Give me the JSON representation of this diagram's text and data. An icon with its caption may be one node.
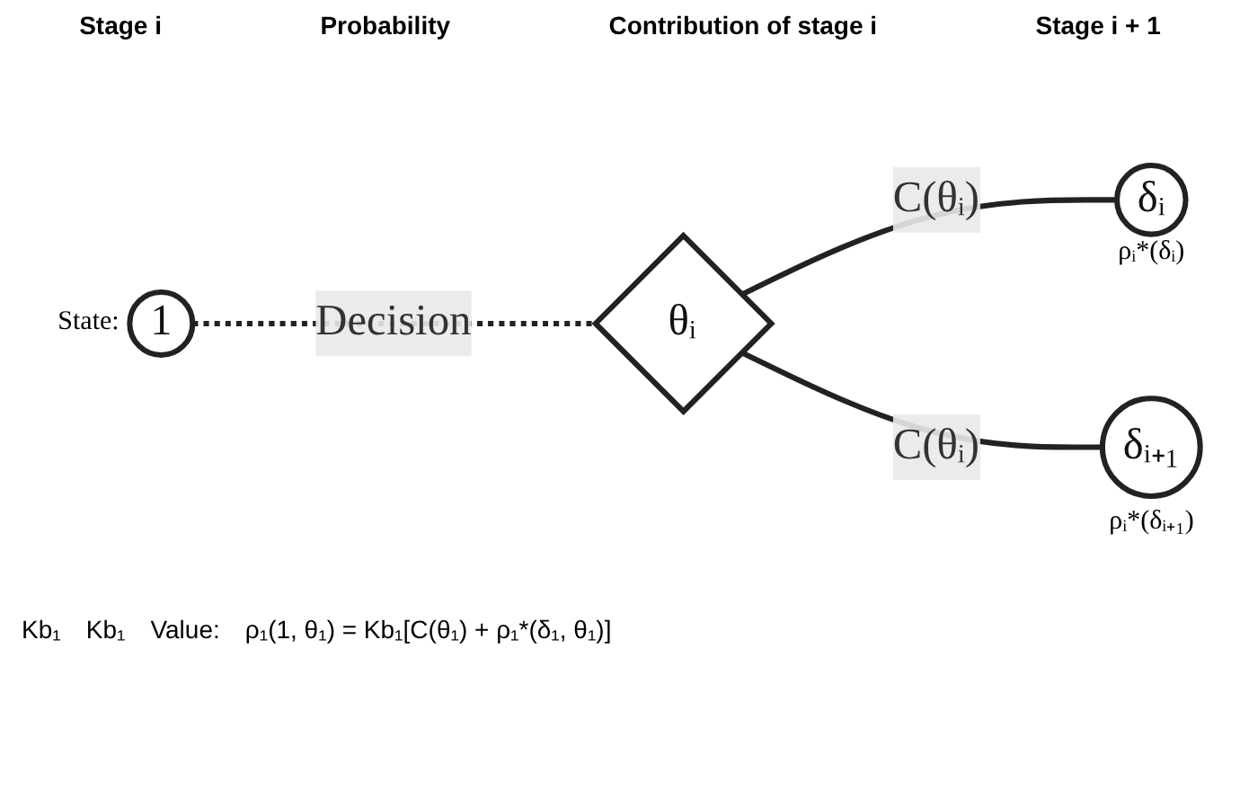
{
  "diagram": {
    "nodes": [
      {
        "text": [
          "1"
        ],
        "beside": [
          "State:"
        ]
      },
      {
        "text": [
          "θᵢ"
        ]
      },
      {
        "text": [
          "δᵢ"
        ],
        "beside": [
          "ρᵢ*(δᵢ)"
        ]
      },
      {
        "text": [
          "δᵢ₊₁"
        ],
        "beside": [
          "ρᵢ*(δᵢ₊₁)"
        ]
      }
    ],
    "edges": [
      {
        "from": 0,
        "to": 1,
        "arrow": "none",
        "label": "Decision",
        "style": "dashed"
      },
      {
        "from": 1,
        "to": 2,
        "arrow": "none",
        "label": "C(θᵢ)"
      },
      {
        "from": 1,
        "to": 3,
        "arrow": "none",
        "label": "C(θᵢ)"
      }
    ],
    "labels": [
      "Stage i",
      "Probability",
      "Contribution of stage i",
      "Stage i + 1",
      "Kb₁",
      "Kb₁",
      "Value:",
      "ρ₁(1, θ₁) = Kb₁[C(θ₁) + ρ₁*(δ₁, θ₁)]"
    ]
  }
}
